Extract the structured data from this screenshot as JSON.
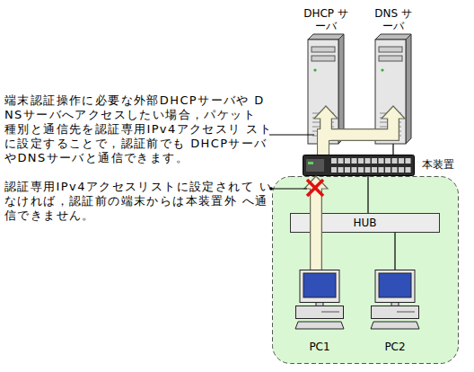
{
  "diagram": {
    "nodes": [
      {
        "text": [
          "DHCP サーバ"
        ]
      },
      {
        "text": [
          "DNS サーバ"
        ]
      },
      {
        "text": [
          "本装置"
        ]
      },
      {
        "text": [
          "HUB"
        ]
      },
      {
        "text": [
          "PC1"
        ]
      },
      {
        "text": [
          "PC2"
        ]
      }
    ],
    "edges": [
      {
        "from": 2,
        "to": 0,
        "arrow": "none"
      },
      {
        "from": 2,
        "to": 1,
        "arrow": "none"
      },
      {
        "from": 2,
        "to": 3,
        "arrow": "none"
      },
      {
        "from": 3,
        "to": 4,
        "arrow": "none"
      },
      {
        "from": 3,
        "to": 5,
        "arrow": "none"
      },
      {
        "from": 4,
        "to": 2,
        "arrow": "to"
      },
      {
        "from": 2,
        "to": 0,
        "arrow": "to"
      },
      {
        "from": 2,
        "to": 1,
        "arrow": "to"
      }
    ],
    "labels": [
      "端末認証操作に必要な外部DHCPサーバや DNSサーバへアクセスしたい場合，パケット 種別と通信先を認証専用IPv4アクセスリ ストに設定することで，認証前でも DHCPサーバやDNSサーバと通信できます。",
      "認証専用IPv4アクセスリストに設定されて いなければ，認証前の端末からは本装置外 へ通信できません。"
    ]
  }
}
